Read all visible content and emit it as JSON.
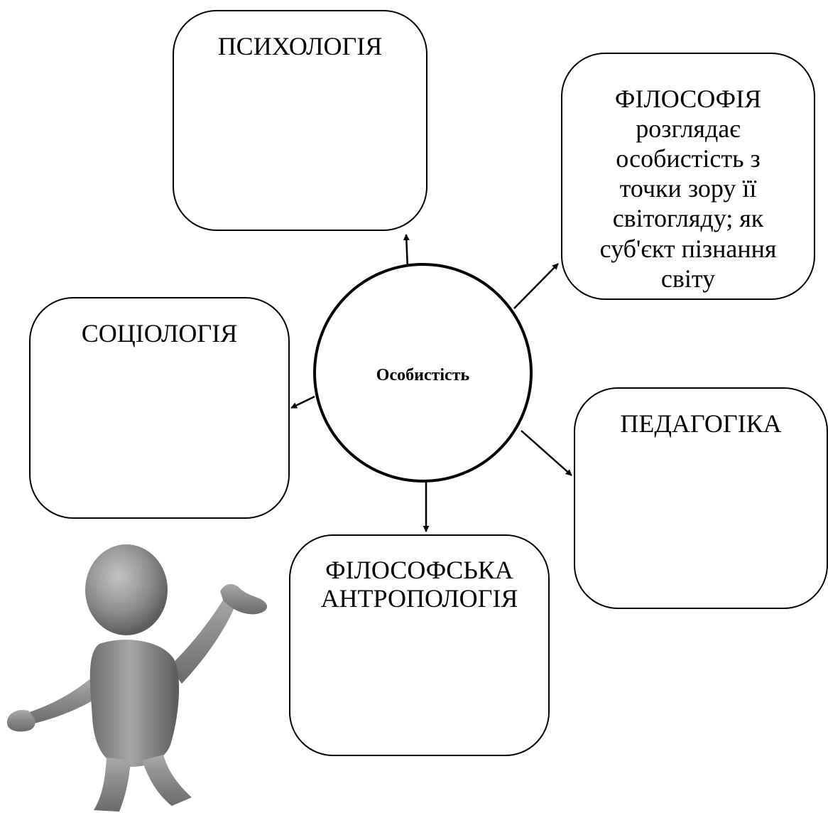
{
  "center": {
    "label": "Особистість"
  },
  "boxes": {
    "psychology": {
      "title": "ПСИХОЛОГІЯ",
      "text": ""
    },
    "philosophy": {
      "title": "ФІЛОСОФІЯ",
      "lines": [
        "розглядає",
        "особистість з",
        "точки зору її",
        "світогляду; як",
        "суб'єкт пізнання",
        "світу"
      ]
    },
    "sociology": {
      "title": "СОЦІОЛОГІЯ",
      "text": ""
    },
    "pedagogy": {
      "title": "ПЕДАГОГІКА",
      "text": ""
    },
    "anthropology": {
      "title_lines": [
        "ФІЛОСОФСЬКА",
        "АНТРОПОЛОГІЯ"
      ],
      "text": ""
    }
  },
  "illustration": {
    "icon": "3d-person-presenting-icon",
    "color": "#8a8a8a"
  },
  "colors": {
    "line": "#000000",
    "background": "#ffffff"
  }
}
